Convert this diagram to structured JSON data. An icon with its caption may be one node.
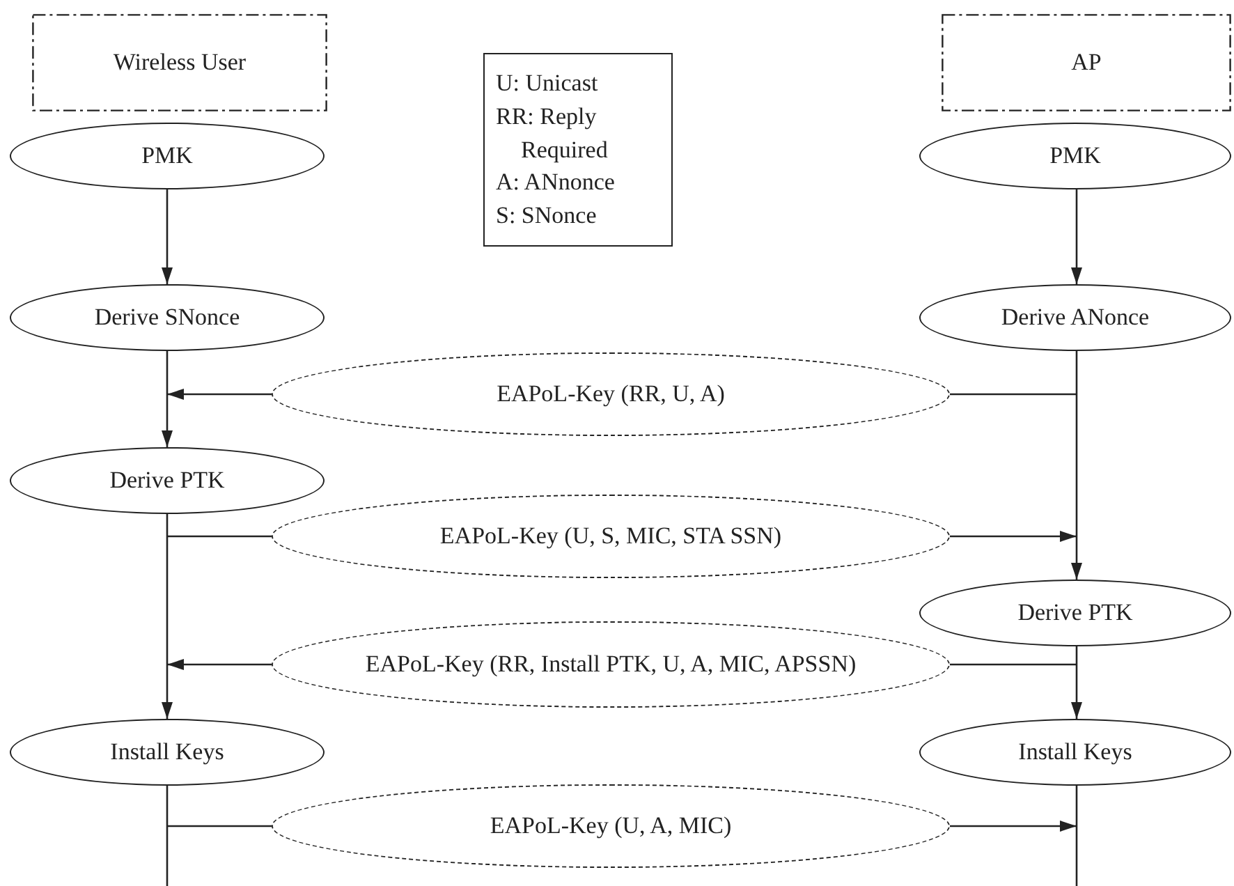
{
  "diagram": {
    "nodes": [
      {
        "text": [
          "Wireless User"
        ]
      },
      {
        "text": [
          "AP"
        ]
      },
      {
        "text": [
          "U: Unicast",
          "RR: Reply Required",
          "A: ANnonce",
          "S: SNonce"
        ]
      },
      {
        "text": [
          "PMK"
        ]
      },
      {
        "text": [
          "PMK"
        ]
      },
      {
        "text": [
          "Derive SNonce"
        ]
      },
      {
        "text": [
          "Derive ANonce"
        ]
      },
      {
        "text": [
          "EAPoL-Key (RR, U, A)"
        ]
      },
      {
        "text": [
          "Derive PTK"
        ]
      },
      {
        "text": [
          "EAPoL-Key (U, S, MIC, STA SSN)"
        ]
      },
      {
        "text": [
          "Derive PTK"
        ]
      },
      {
        "text": [
          "EAPoL-Key (RR, Install PTK, U, A, MIC, APSSN)"
        ]
      },
      {
        "text": [
          "Install Keys"
        ]
      },
      {
        "text": [
          "Install Keys"
        ]
      },
      {
        "text": [
          "EAPoL-Key (U, A, MIC)"
        ]
      }
    ],
    "edges": [
      {
        "from": 3,
        "to": 5,
        "arrow": "to"
      },
      {
        "from": 4,
        "to": 6,
        "arrow": "to"
      },
      {
        "from": 5,
        "to": 8,
        "arrow": "to"
      },
      {
        "from": 6,
        "to": 10,
        "arrow": "to"
      },
      {
        "from": 8,
        "to": 12,
        "arrow": "to"
      },
      {
        "from": 10,
        "to": 13,
        "arrow": "to"
      },
      {
        "from": 12,
        "to": null,
        "arrow": "none"
      },
      {
        "from": 13,
        "to": null,
        "arrow": "none"
      },
      {
        "from": null,
        "to": 7,
        "arrow": "none"
      },
      {
        "from": 7,
        "to": null,
        "arrow": "to"
      },
      {
        "from": null,
        "to": 9,
        "arrow": "none"
      },
      {
        "from": 9,
        "to": null,
        "arrow": "to"
      },
      {
        "from": null,
        "to": 11,
        "arrow": "none"
      },
      {
        "from": 11,
        "to": null,
        "arrow": "to"
      },
      {
        "from": null,
        "to": 14,
        "arrow": "none"
      },
      {
        "from": 14,
        "to": null,
        "arrow": "to"
      }
    ]
  }
}
